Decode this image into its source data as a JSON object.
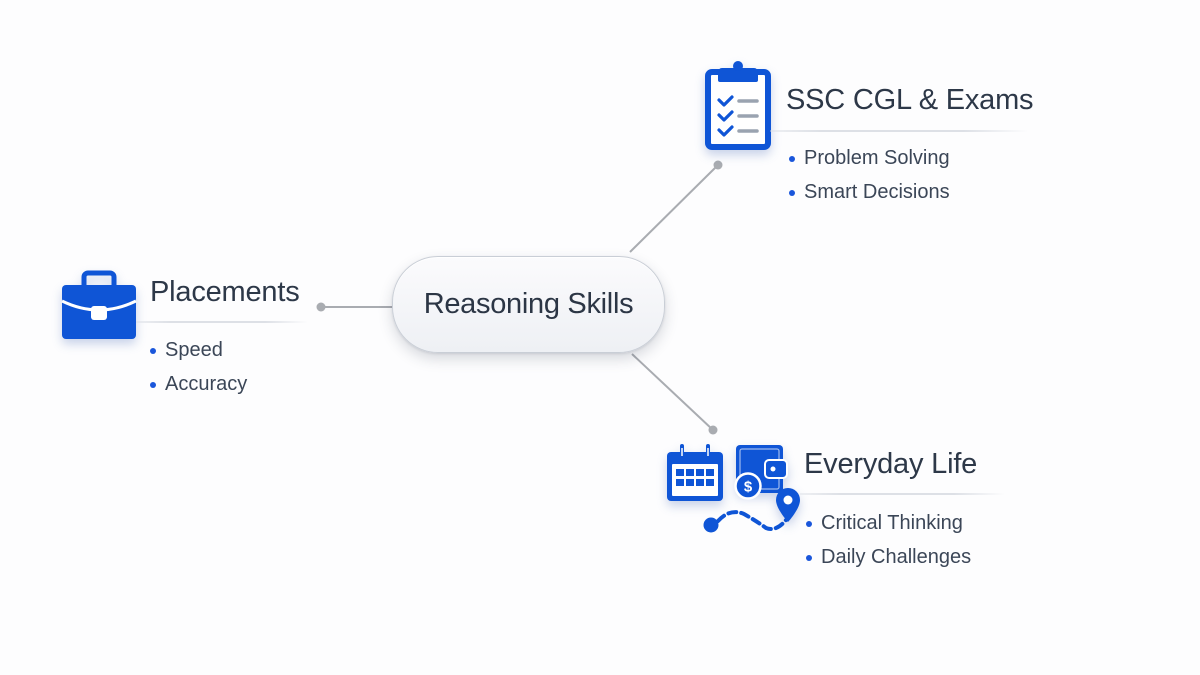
{
  "colors": {
    "accent": "#0f55d6",
    "connector": "#a9acb1",
    "heading_text": "#2d3848",
    "body_text": "#3b4657",
    "background": "#fdfdfe"
  },
  "center": {
    "label": "Reasoning Skills"
  },
  "branches": {
    "exams": {
      "heading": "SSC CGL & Exams",
      "icon": "clipboard-checklist-icon",
      "items": [
        "Problem Solving",
        "Smart Decisions"
      ]
    },
    "placements": {
      "heading": "Placements",
      "icon": "briefcase-icon",
      "items": [
        "Speed",
        "Accuracy"
      ]
    },
    "everyday": {
      "heading": "Everyday Life",
      "icons": [
        "calendar-icon",
        "wallet-icon",
        "dollar-coin-icon",
        "route-path-icon",
        "location-pin-icon"
      ],
      "items": [
        "Critical Thinking",
        "Daily Challenges"
      ]
    }
  }
}
